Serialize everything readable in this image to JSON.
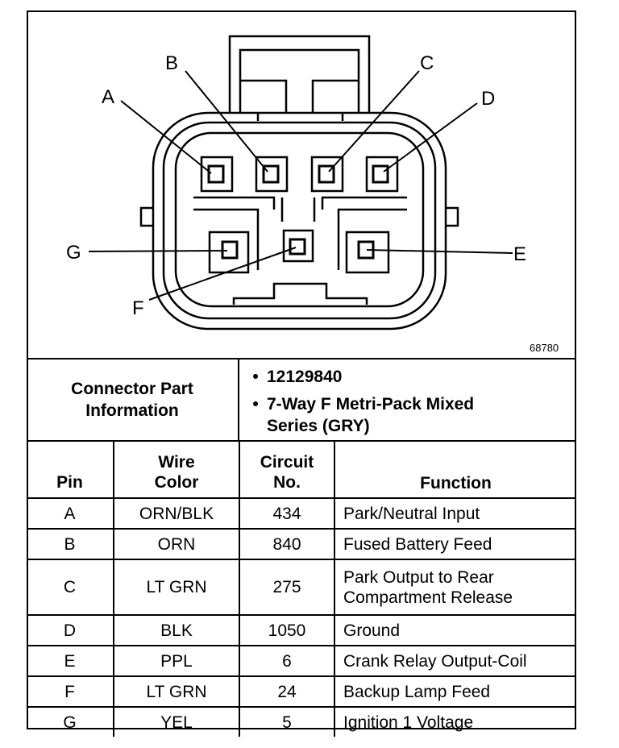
{
  "figure_number": "68780",
  "pin_labels": {
    "A": "A",
    "B": "B",
    "C": "C",
    "D": "D",
    "E": "E",
    "F": "F",
    "G": "G"
  },
  "connector_info": {
    "heading_line1": "Connector Part",
    "heading_line2": "Information",
    "bullets": [
      {
        "bullet": "•",
        "line1": "12129840",
        "line2": ""
      },
      {
        "bullet": "•",
        "line1": "7-Way F Metri-Pack Mixed",
        "line2": "Series (GRY)"
      }
    ]
  },
  "table": {
    "headers": {
      "pin": {
        "line1": "",
        "line2": "Pin"
      },
      "wire_color": {
        "line1": "Wire",
        "line2": "Color"
      },
      "circuit": {
        "line1": "Circuit",
        "line2": "No."
      },
      "function": {
        "line1": "",
        "line2": "Function"
      }
    },
    "rows": [
      {
        "pin": "A",
        "wire_color": "ORN/BLK",
        "circuit": "434",
        "function_line1": "Park/Neutral Input",
        "function_line2": ""
      },
      {
        "pin": "B",
        "wire_color": "ORN",
        "circuit": "840",
        "function_line1": "Fused Battery Feed",
        "function_line2": ""
      },
      {
        "pin": "C",
        "wire_color": "LT GRN",
        "circuit": "275",
        "function_line1": "Park Output to Rear",
        "function_line2": "Compartment Release"
      },
      {
        "pin": "D",
        "wire_color": "BLK",
        "circuit": "1050",
        "function_line1": "Ground",
        "function_line2": ""
      },
      {
        "pin": "E",
        "wire_color": "PPL",
        "circuit": "6",
        "function_line1": "Crank Relay Output-Coil",
        "function_line2": ""
      },
      {
        "pin": "F",
        "wire_color": "LT GRN",
        "circuit": "24",
        "function_line1": "Backup Lamp Feed",
        "function_line2": ""
      },
      {
        "pin": "G",
        "wire_color": "YEL",
        "circuit": "5",
        "function_line1": "Ignition 1 Voltage",
        "function_line2": ""
      }
    ]
  }
}
